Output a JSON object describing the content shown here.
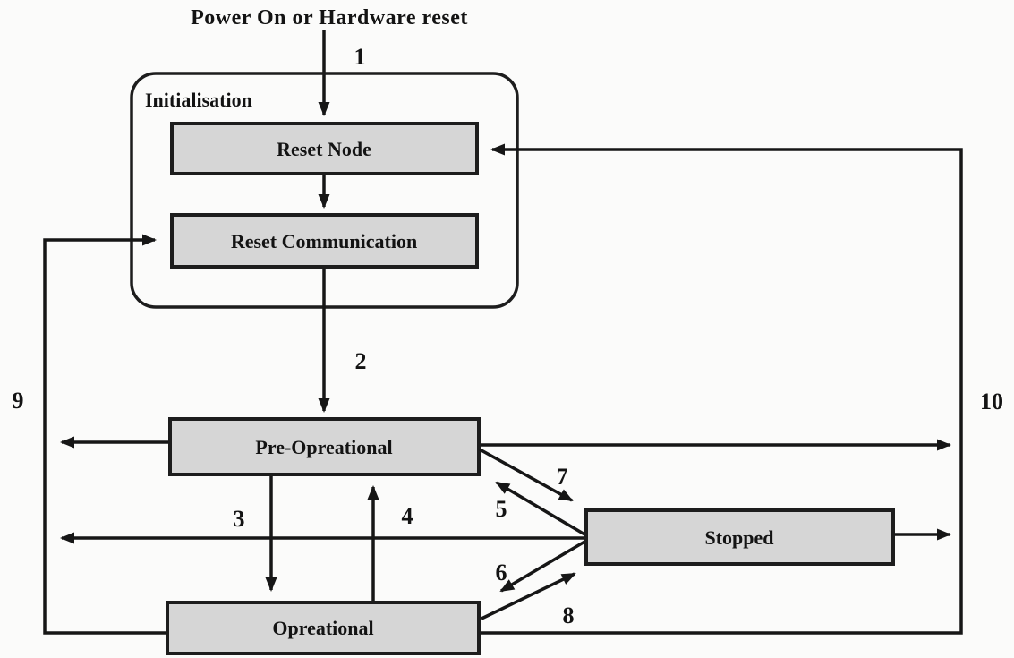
{
  "colors": {
    "background": "#fbfbfa",
    "box_fill": "#d6d6d6",
    "box_border": "#1d1d1d",
    "line": "#161616",
    "text": "#131313"
  },
  "diagram": {
    "title": "Power On or Hardware reset",
    "init_group_label": "Initialisation",
    "states": [
      {
        "id": "reset-node",
        "label": "Reset Node"
      },
      {
        "id": "reset-communication",
        "label": "Reset Communication"
      },
      {
        "id": "pre-operational",
        "label": "Pre-Opreational"
      },
      {
        "id": "stopped",
        "label": "Stopped"
      },
      {
        "id": "operational",
        "label": "Opreational"
      }
    ],
    "transition_labels": {
      "t1": "1",
      "t2": "2",
      "t3": "3",
      "t4": "4",
      "t5": "5",
      "t6": "6",
      "t7": "7",
      "t8": "8",
      "t9": "9",
      "t10": "10"
    }
  }
}
